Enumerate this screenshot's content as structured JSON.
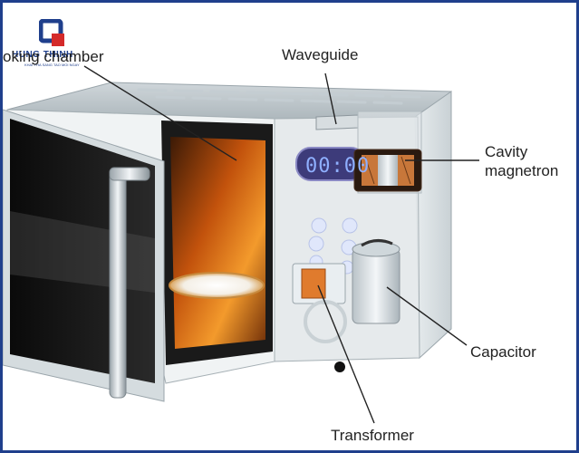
{
  "labels": {
    "cooking_chamber": "oking chamber",
    "waveguide": "Waveguide",
    "cavity_magnetron": [
      "Cavity",
      "magnetron"
    ],
    "capacitor": "Capacitor",
    "transformer": "Transformer"
  },
  "display": {
    "time": "00:00"
  },
  "logo": {
    "name": "HUNG THINH",
    "sub": "KHAI PHA SANG TAO MOI NGAY"
  },
  "colors": {
    "frame": "#1f3f8c",
    "chamber_glow": "#e56a12",
    "casing": "#e6ebee"
  }
}
